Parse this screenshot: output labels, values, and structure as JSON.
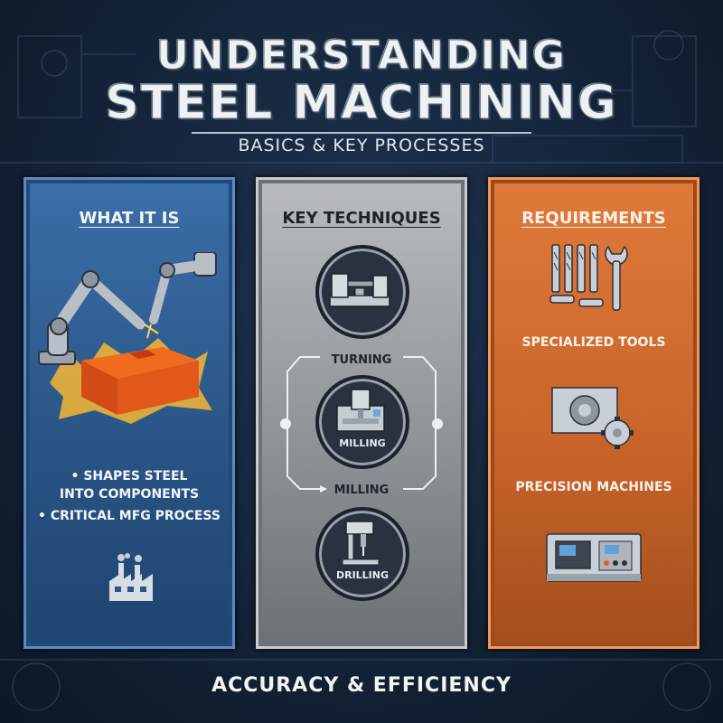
{
  "header": {
    "title_line1": "UNDERSTANDING",
    "title_line2": "STEEL MACHINING",
    "subtitle": "BASICS & KEY PROCESSES"
  },
  "panels": {
    "what": {
      "heading": "WHAT IT IS",
      "bullets": [
        "• SHAPES STEEL INTO COMPONENTS",
        "• CRITICAL MFG PROCESS"
      ],
      "bullet1_line1": "• SHAPES STEEL",
      "bullet1_line2": "INTO COMPONENTS",
      "bullet2": "• CRITICAL MFG PROCESS",
      "color": "#2a5586"
    },
    "techniques": {
      "heading": "KEY TECHNIQUES",
      "turning_label": "TURNING",
      "milling_inner_label": "MILLING",
      "milling_label": "MILLING",
      "drilling_label": "DRILLING",
      "color": "#8f9499"
    },
    "requirements": {
      "heading": "REQUIREMENTS",
      "tools_label": "SPECIALIZED TOOLS",
      "machines_label": "PRECISION MACHINES",
      "color": "#c9652a"
    }
  },
  "footer": {
    "text": "ACCURACY & EFFICIENCY"
  },
  "icons": [
    "robot-arm-icon",
    "glowing-steel-block-icon",
    "factory-icon",
    "lathe-icon",
    "milling-machine-icon",
    "drill-press-icon",
    "tools-icon",
    "gear-machine-icon",
    "cnc-machine-icon"
  ]
}
